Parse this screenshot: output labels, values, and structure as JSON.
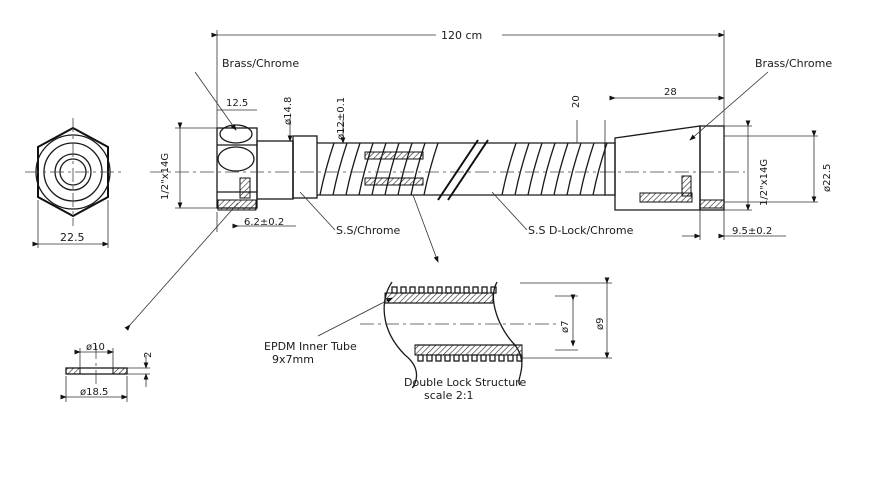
{
  "labels": {
    "length": "120 cm",
    "brass_left": "Brass/Chrome",
    "brass_right": "Brass/Chrome",
    "dim_12_5": "12.5",
    "dim_d14_8": "ø14.8",
    "dim_d12": "ø12±0.1",
    "dim_20": "20",
    "dim_28": "28",
    "thread_left": "1/2\"x14G",
    "thread_right": "1/2\"x14G",
    "dim_d22_5_right": "ø22.5",
    "dim_6_2": "6.2±0.2",
    "ss_chrome": "S.S/Chrome",
    "ss_dlock": "S.S D-Lock/Chrome",
    "dim_9_5": "9.5±0.2",
    "dim_22_5_hex": "22.5",
    "epdm_line1": "EPDM Inner Tube",
    "epdm_line2": "9x7mm",
    "dim_d7": "ø7",
    "dim_d9": "ø9",
    "structure_line1": "Double Lock Structure",
    "structure_line2": "scale 2:1",
    "washer_d10": "ø10",
    "washer_2": "2",
    "washer_d18_5": "ø18.5"
  }
}
